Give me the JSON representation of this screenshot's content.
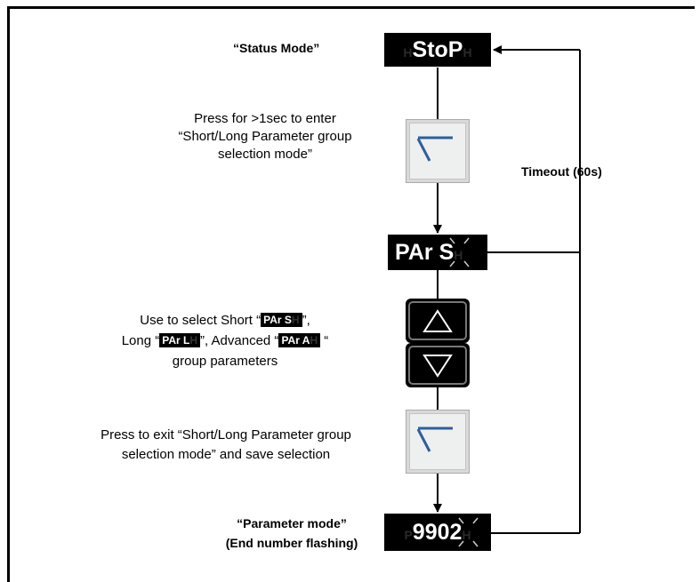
{
  "status_mode": {
    "label": "“Status Mode”",
    "display": "StoP",
    "ghost_left": "H",
    "ghost_right": "H"
  },
  "enter_step": {
    "line1": "Press for >1sec  to enter",
    "line2": "“Short/Long Parameter group",
    "line3": "selection mode”",
    "key": "enter-key"
  },
  "timeout": {
    "label": "Timeout (60s)"
  },
  "par_display": {
    "text": "PAr",
    "flash_char": "S",
    "ghost_right": "H"
  },
  "select_step": {
    "line1_pre": "Use to select Short “",
    "line1_lcd": "PAr S",
    "line1_post": "”,",
    "line2_pre": "Long “",
    "line2_lcd": "PAr L",
    "line2_mid": "”, Advanced “",
    "line2_lcd2": "PAr A",
    "line2_post": "“",
    "line3": "group parameters",
    "up_key": "up-key",
    "down_key": "down-key"
  },
  "exit_step": {
    "line1": "Press to exit “Short/Long Parameter group",
    "line2": "selection mode” and save selection",
    "key": "enter-key"
  },
  "param_mode": {
    "label": "“Parameter  mode”",
    "sub": "(End number flashing)",
    "digits": "990",
    "flash_digit": "2",
    "ghost_left": "P",
    "ghost_right": "H"
  },
  "colors": {
    "line": "#000000",
    "key_stroke": "#2e5f9e",
    "lcd_bg": "#000000"
  }
}
